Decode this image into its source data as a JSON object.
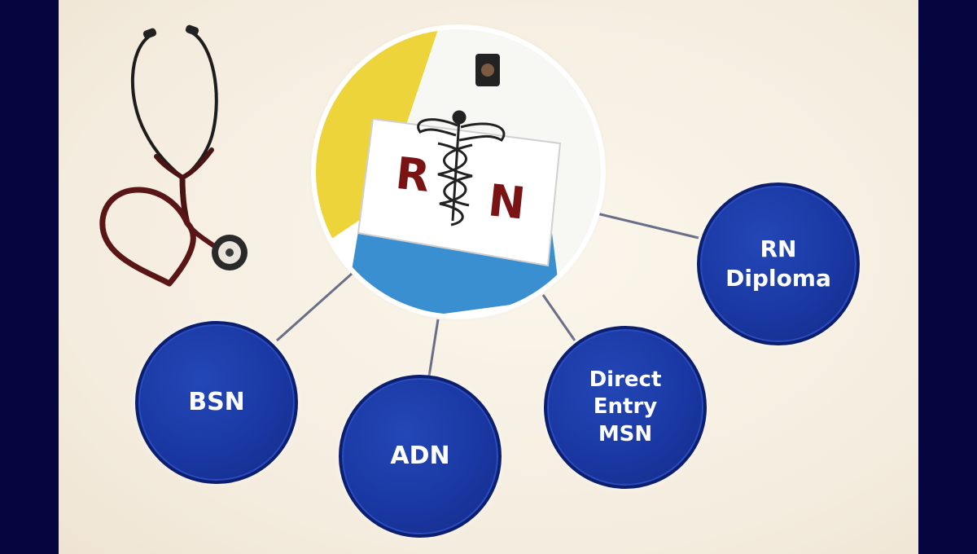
{
  "center": {
    "badge_letters": [
      "R",
      "N"
    ],
    "icon": "caduceus-icon"
  },
  "decor": {
    "icon": "stethoscope-icon"
  },
  "nodes": {
    "rn_diploma": "RN\nDiploma",
    "bsn": "BSN",
    "adn": "ADN",
    "direct_entry_msn": "Direct\nEntry\nMSN"
  },
  "colors": {
    "node_fill": "#1a38a3",
    "frame": "#05063f",
    "background": "#f6efe3",
    "letters": "#7a1414"
  }
}
